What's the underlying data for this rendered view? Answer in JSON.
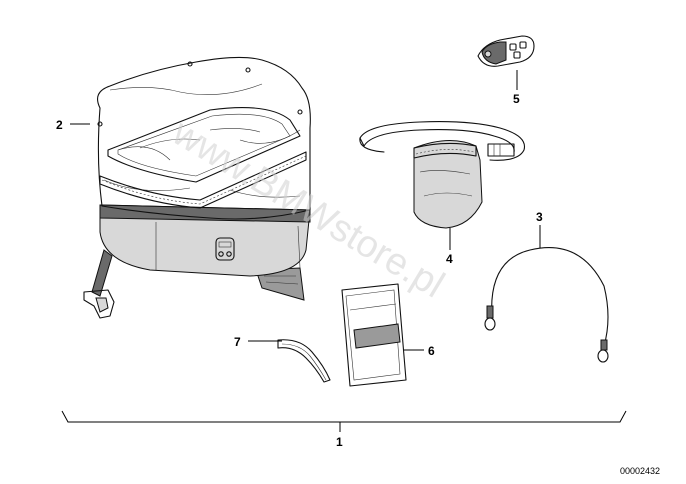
{
  "diagram": {
    "watermark": "www.BMWstore.pl",
    "reference_number": "00002432",
    "callouts": [
      {
        "id": "1",
        "label": "1"
      },
      {
        "id": "2",
        "label": "2"
      },
      {
        "id": "3",
        "label": "3"
      },
      {
        "id": "4",
        "label": "4"
      },
      {
        "id": "5",
        "label": "5"
      },
      {
        "id": "6",
        "label": "6"
      },
      {
        "id": "7",
        "label": "7"
      }
    ]
  }
}
